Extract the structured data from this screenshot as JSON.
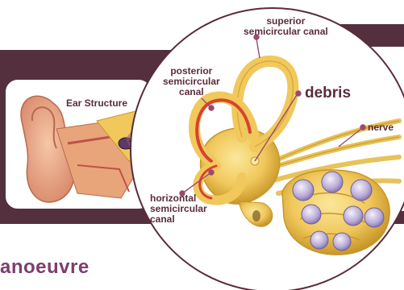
{
  "colors": {
    "band": "#54303f",
    "label": "#5a2c3a",
    "leader": "#9a4a6e",
    "bone": "#f0c85c",
    "bone_dark": "#c89628",
    "canal_red": "#d8432e",
    "cochlea_purple": "#a99ac8",
    "footer_text": "#7b3f6e"
  },
  "inset": {
    "title": "Ear Structure"
  },
  "labels": {
    "superior": [
      "superior",
      "semicircular canal"
    ],
    "posterior": [
      "posterior",
      "semicircular",
      "canal"
    ],
    "debris": "debris",
    "nerve": "nerve",
    "horizontal": [
      "horizontal",
      "semicircular",
      "canal"
    ]
  },
  "footer": {
    "title": "anoeuvre"
  }
}
